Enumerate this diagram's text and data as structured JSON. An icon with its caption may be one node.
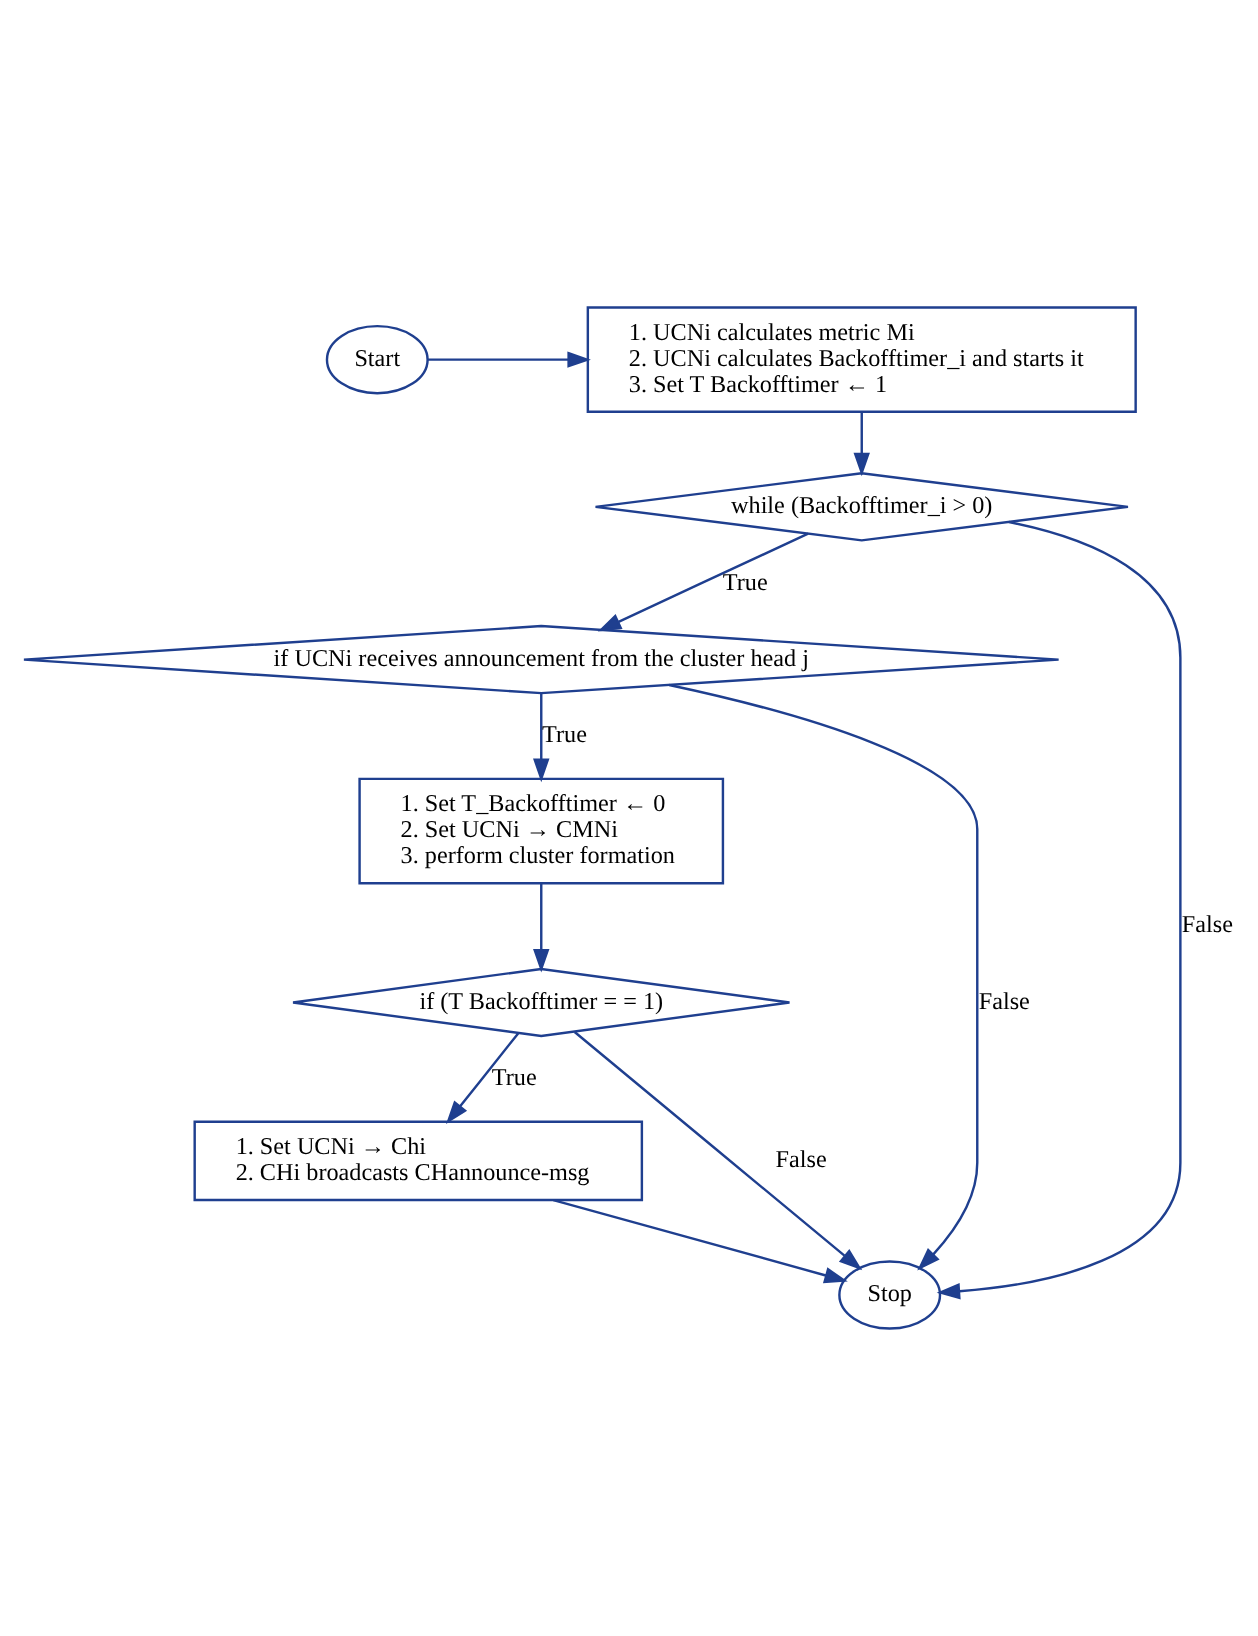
{
  "diagram": {
    "nodes": [
      {
        "text": [
          "Start"
        ]
      },
      {
        "text": [
          "1. UCNi calculates metric Mi",
          "2. UCNi calculates Backofftimer_i and starts it",
          "3. Set T Backofftimer ← 1"
        ]
      },
      {
        "text": [
          "while (Backofftimer_i > 0)"
        ]
      },
      {
        "text": [
          "if UCNi receives announcement from the cluster head j"
        ]
      },
      {
        "text": [
          "1. Set T_Backofftimer ← 0",
          "2. Set UCNi → CMNi",
          "3. perform cluster formation"
        ]
      },
      {
        "text": [
          "if (T Backofftimer = = 1)"
        ]
      },
      {
        "text": [
          "1. Set UCNi → Chi",
          "2. CHi broadcasts CHannounce-msg"
        ]
      },
      {
        "text": [
          "Stop"
        ]
      }
    ],
    "edges": [
      {
        "from": 0,
        "to": 1,
        "arrow": "to"
      },
      {
        "from": 1,
        "to": 2,
        "arrow": "to"
      },
      {
        "from": 2,
        "to": 3,
        "arrow": "to",
        "label": "True"
      },
      {
        "from": 2,
        "to": 7,
        "arrow": "to",
        "label": "False"
      },
      {
        "from": 3,
        "to": 7,
        "arrow": "to",
        "label": "False"
      },
      {
        "from": 3,
        "to": 4,
        "arrow": "to",
        "label": "True"
      },
      {
        "from": 4,
        "to": 5,
        "arrow": "to"
      },
      {
        "from": 5,
        "to": 6,
        "arrow": "to",
        "label": "True"
      },
      {
        "from": 5,
        "to": 7,
        "arrow": "to",
        "label": "False"
      },
      {
        "from": 6,
        "to": 7,
        "arrow": "to"
      }
    ]
  }
}
